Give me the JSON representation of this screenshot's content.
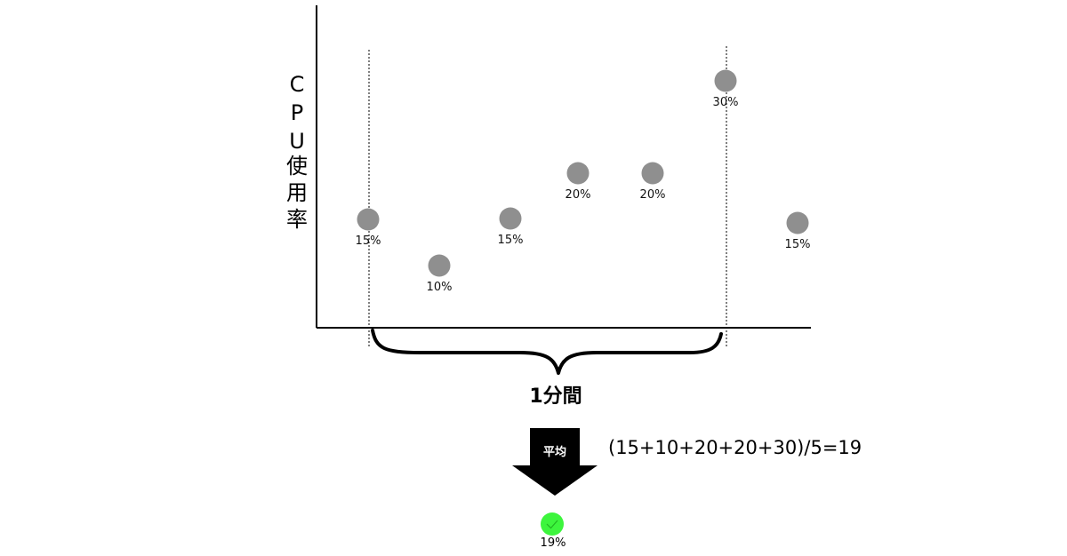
{
  "diagram": {
    "y_axis_label_chars": [
      "C",
      "P",
      "U",
      "使",
      "用",
      "率"
    ],
    "duration_label": "1分間",
    "average_label": "平均",
    "formula": "(15+10+20+20+30)/5=19",
    "result_label": "19%",
    "colors": {
      "point": "#8f8f8f",
      "result": "#3df53d",
      "axis": "#000000",
      "arrow": "#000000"
    },
    "icons": {
      "result": "check-circle-icon",
      "arrow": "down-arrow-icon"
    }
  },
  "chart_data": {
    "type": "scatter",
    "ylabel": "CPU使用率",
    "y_unit": "%",
    "points": [
      {
        "label": "15%",
        "value": 15,
        "in_window": true
      },
      {
        "label": "10%",
        "value": 10,
        "in_window": true
      },
      {
        "label": "15%",
        "value": 15,
        "in_window": true
      },
      {
        "label": "20%",
        "value": 20,
        "in_window": true
      },
      {
        "label": "20%",
        "value": 20,
        "in_window": true
      },
      {
        "label": "30%",
        "value": 30,
        "in_window": true
      },
      {
        "label": "15%",
        "value": 15,
        "in_window": false
      }
    ],
    "average": 19,
    "grid": false
  }
}
